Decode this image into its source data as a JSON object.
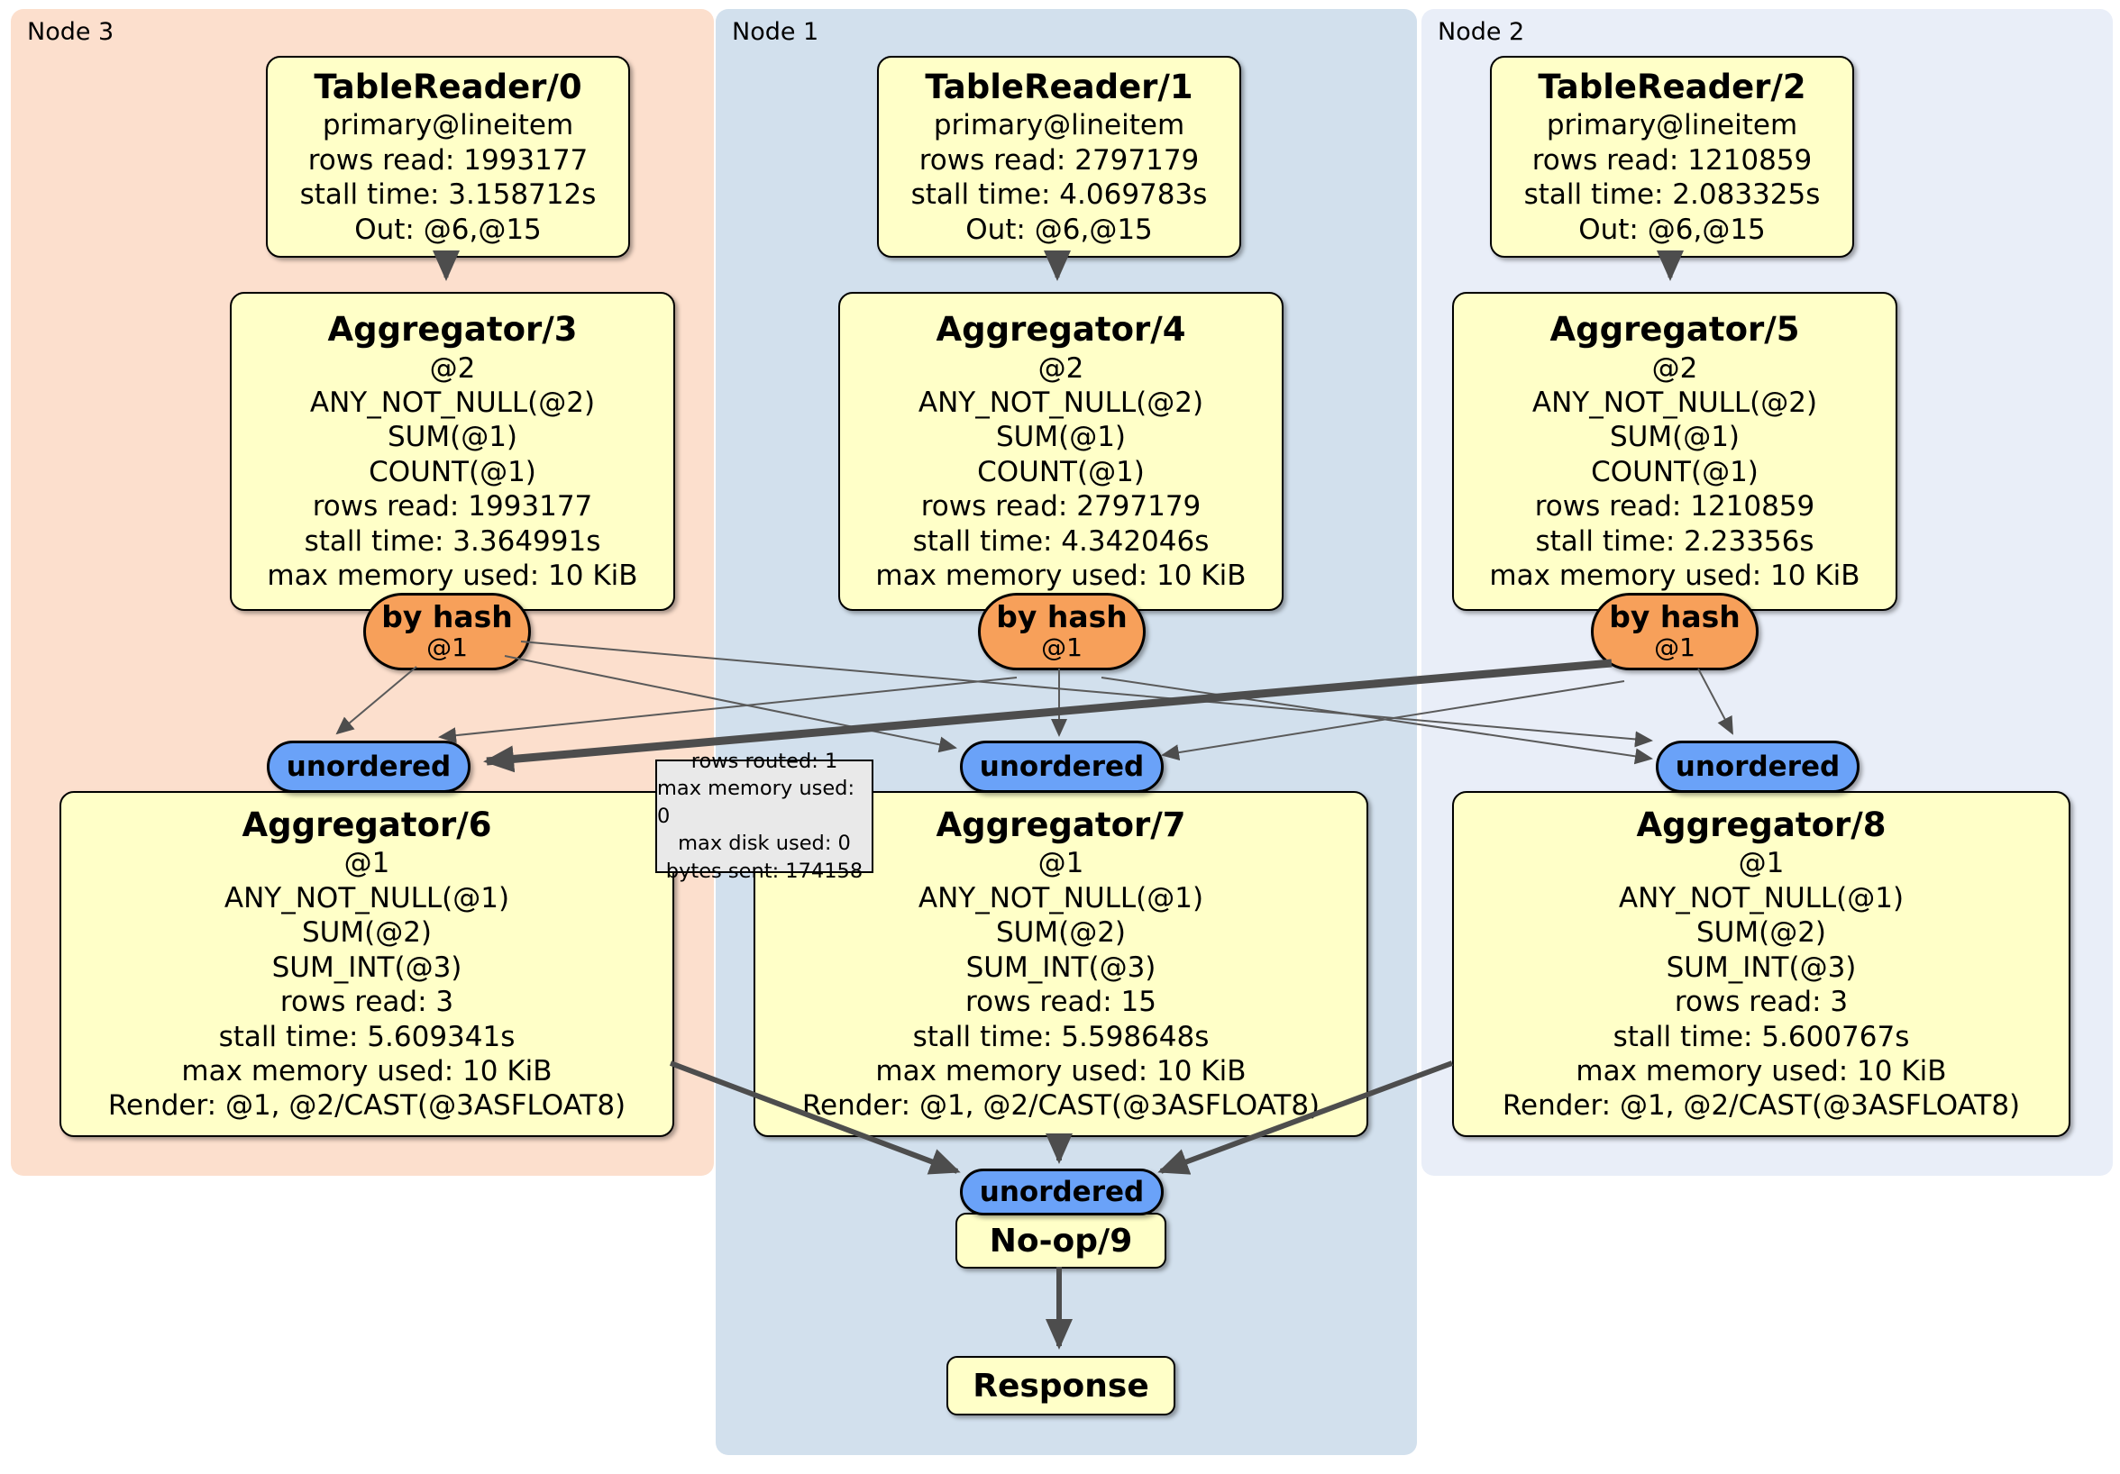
{
  "nodes": {
    "node3": {
      "label": "Node 3"
    },
    "node1": {
      "label": "Node 1"
    },
    "node2": {
      "label": "Node 2"
    }
  },
  "boxes": {
    "tr0": {
      "title": "TableReader/0",
      "lines": [
        "primary@lineitem",
        "rows read: 1993177",
        "stall time: 3.158712s",
        "Out: @6,@15"
      ]
    },
    "tr1": {
      "title": "TableReader/1",
      "lines": [
        "primary@lineitem",
        "rows read: 2797179",
        "stall time: 4.069783s",
        "Out: @6,@15"
      ]
    },
    "tr2": {
      "title": "TableReader/2",
      "lines": [
        "primary@lineitem",
        "rows read: 1210859",
        "stall time: 2.083325s",
        "Out: @6,@15"
      ]
    },
    "agg3": {
      "title": "Aggregator/3",
      "lines": [
        "@2",
        "ANY_NOT_NULL(@2)",
        "SUM(@1)",
        "COUNT(@1)",
        "rows read: 1993177",
        "stall time: 3.364991s",
        "max memory used: 10 KiB"
      ]
    },
    "agg4": {
      "title": "Aggregator/4",
      "lines": [
        "@2",
        "ANY_NOT_NULL(@2)",
        "SUM(@1)",
        "COUNT(@1)",
        "rows read: 2797179",
        "stall time: 4.342046s",
        "max memory used: 10 KiB"
      ]
    },
    "agg5": {
      "title": "Aggregator/5",
      "lines": [
        "@2",
        "ANY_NOT_NULL(@2)",
        "SUM(@1)",
        "COUNT(@1)",
        "rows read: 1210859",
        "stall time: 2.23356s",
        "max memory used: 10 KiB"
      ]
    },
    "agg6": {
      "title": "Aggregator/6",
      "lines": [
        "@1",
        "ANY_NOT_NULL(@1)",
        "SUM(@2)",
        "SUM_INT(@3)",
        "rows read: 3",
        "stall time: 5.609341s",
        "max memory used: 10 KiB",
        "Render: @1, @2/CAST(@3ASFLOAT8)"
      ]
    },
    "agg7": {
      "title": "Aggregator/7",
      "lines": [
        "@1",
        "ANY_NOT_NULL(@1)",
        "SUM(@2)",
        "SUM_INT(@3)",
        "rows read: 15",
        "stall time: 5.598648s",
        "max memory used: 10 KiB",
        "Render: @1, @2/CAST(@3ASFLOAT8)"
      ]
    },
    "agg8": {
      "title": "Aggregator/8",
      "lines": [
        "@1",
        "ANY_NOT_NULL(@1)",
        "SUM(@2)",
        "SUM_INT(@3)",
        "rows read: 3",
        "stall time: 5.600767s",
        "max memory used: 10 KiB",
        "Render: @1, @2/CAST(@3ASFLOAT8)"
      ]
    },
    "noop": {
      "title": "No-op/9"
    },
    "response": {
      "title": "Response"
    }
  },
  "routers": {
    "hash_label": "by hash",
    "hash_sub": "@1",
    "sync_label": "unordered"
  },
  "tooltip": {
    "lines": [
      "rows routed: 1",
      "max memory used: 0",
      "max disk used: 0",
      "bytes sent: 174158"
    ]
  },
  "colors": {
    "node3_bg": "#fcdfcd",
    "node1_bg": "#d2e0ed",
    "node2_bg": "#e9eef8",
    "box_fill": "#ffffc8",
    "hash_fill": "#f7a05a",
    "sync_fill": "#6aa2f8",
    "tooltip_fill": "#e9e9e9",
    "edge": "#4d4d4d"
  }
}
